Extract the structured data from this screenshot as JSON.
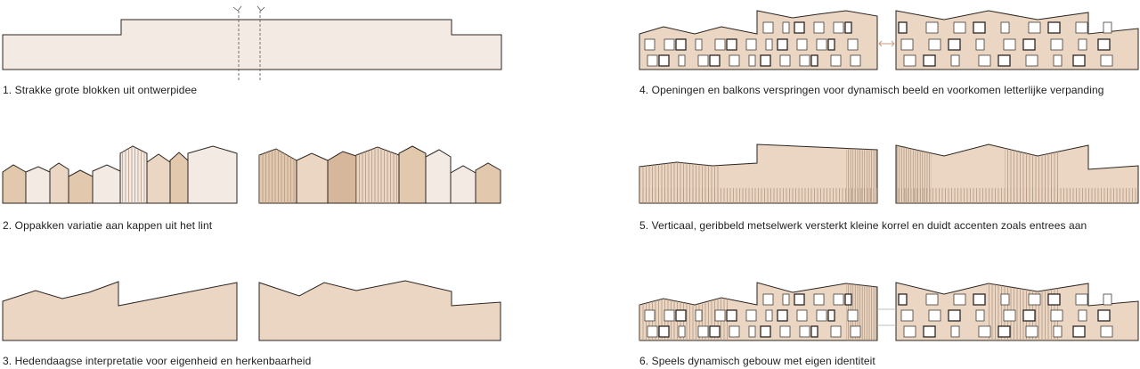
{
  "colors": {
    "outline": "#2b2522",
    "pale": "#f3ebe3",
    "light_beige": "#ead6c2",
    "beige": "#e2c8ad",
    "tan": "#d6b79b",
    "vertical_lines": "#b49a86",
    "connector": "#c99a7f"
  },
  "captions": [
    "1. Strakke grote blokken uit ontwerpidee",
    "2. Oppakken variatie aan kappen uit het lint",
    "3. Hedendaagse interpretatie voor eigenheid en herkenbaarheid",
    "4. Openingen en balkons verspringen voor dynamisch beeld en voorkomen letterlijke verpanding",
    "5. Verticaal, geribbeld metselwerk versterkt kleine korrel en duidt accenten zoals entrees aan",
    "6. Speels dynamisch gebouw met eigen identiteit"
  ]
}
